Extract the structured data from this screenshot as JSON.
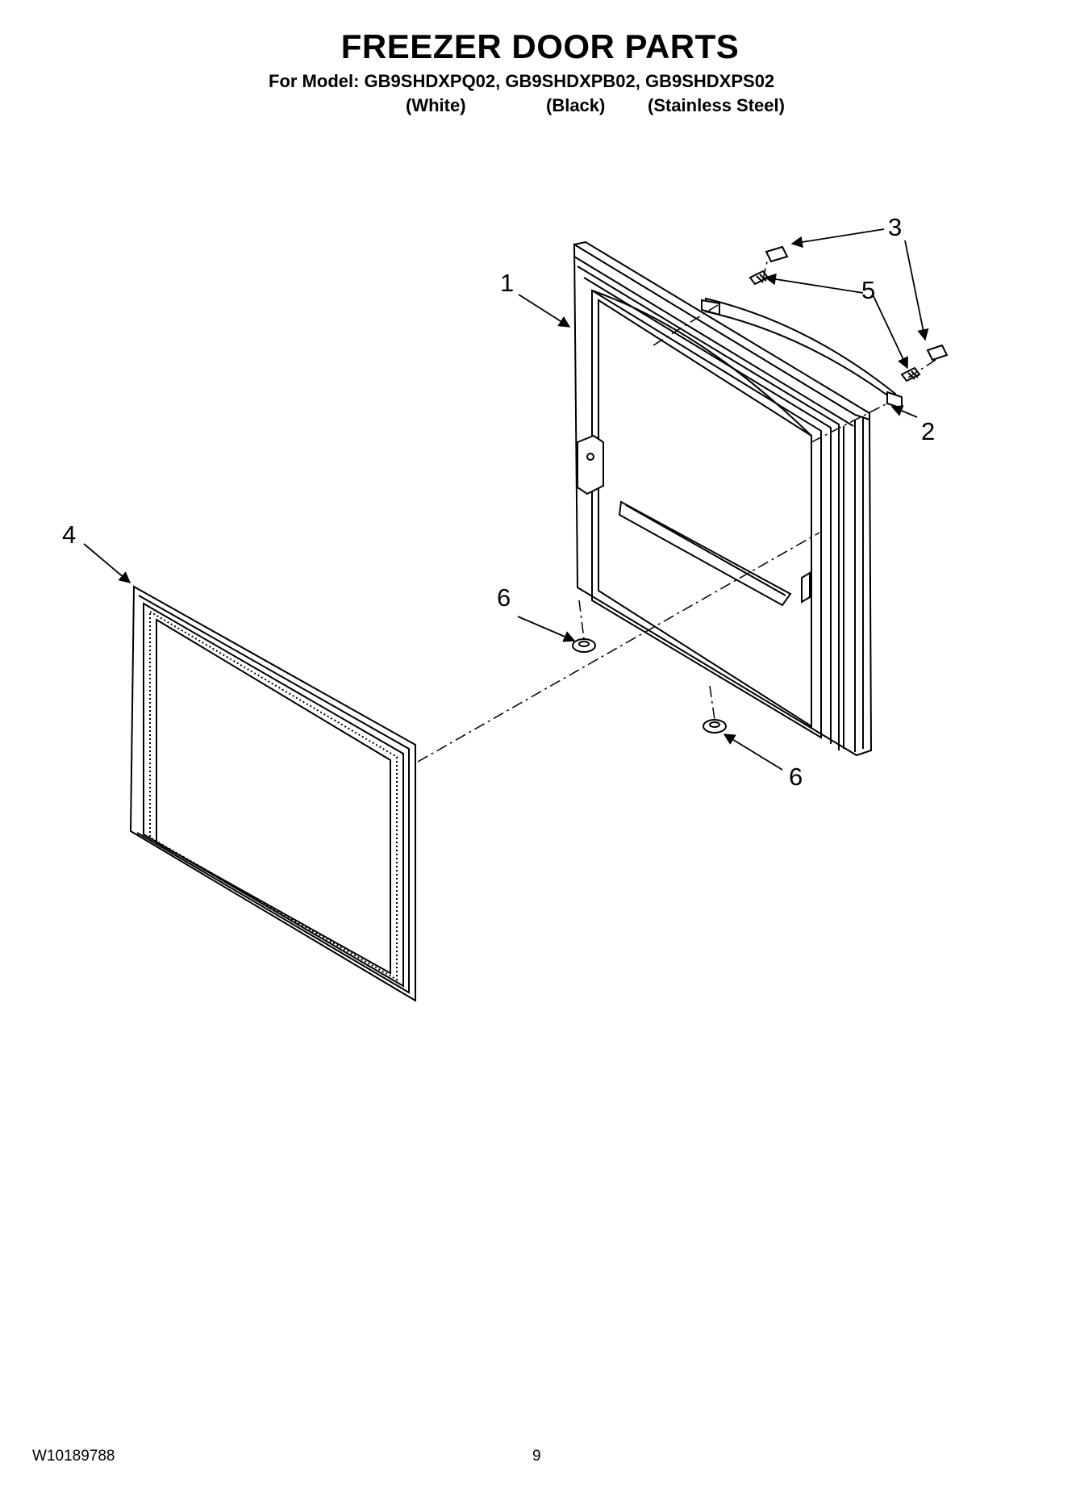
{
  "header": {
    "title": "FREEZER DOOR PARTS",
    "models": "For Model: GB9SHDXPQ02, GB9SHDXPB02, GB9SHDXPS02",
    "variants": [
      "(White)",
      "(Black)",
      "(Stainless Steel)"
    ]
  },
  "callouts": {
    "door": "1",
    "handle": "2",
    "cap_top": "3",
    "gasket": "4",
    "screw": "5",
    "foot_left": "6",
    "foot_right": "6"
  },
  "footer": {
    "doc_number": "W10189788",
    "page_number": "9"
  }
}
